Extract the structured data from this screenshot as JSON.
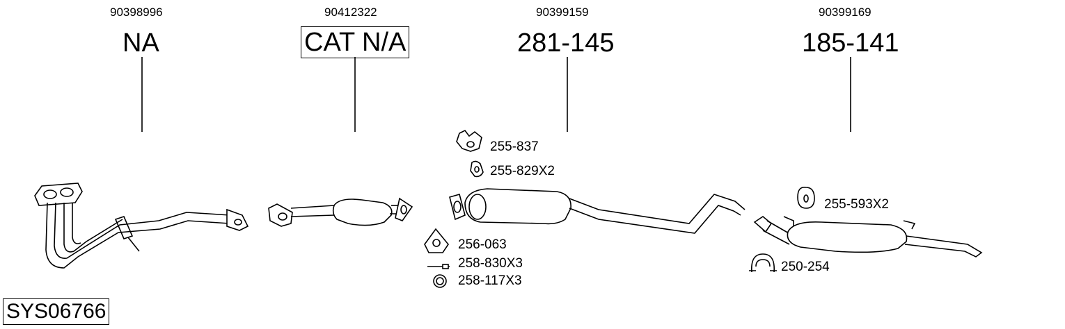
{
  "columns": [
    {
      "oem": "90398996",
      "part": "NA"
    },
    {
      "oem": "90412322",
      "part": "CAT N/A"
    },
    {
      "oem": "90399159",
      "part": "281-145"
    },
    {
      "oem": "90399169",
      "part": "185-141"
    }
  ],
  "accessories": {
    "a1": "255-837",
    "a2": "255-829X2",
    "a3": "256-063",
    "a4": "258-830X3",
    "a5": "258-117X3",
    "a6": "255-593X2",
    "a7": "250-254"
  },
  "system_id": "SYS06766"
}
